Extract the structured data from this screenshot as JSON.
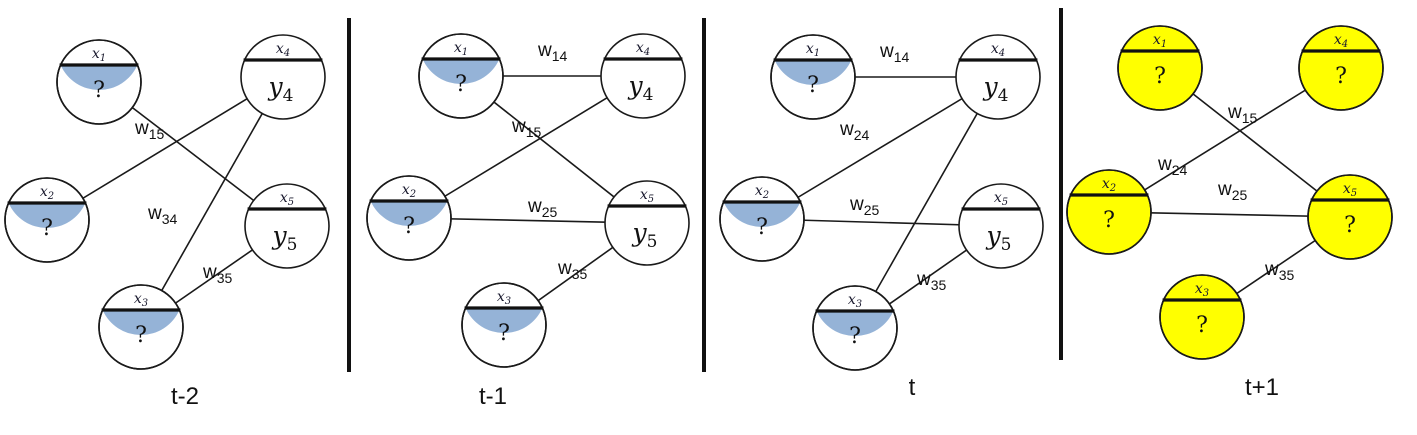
{
  "colors": {
    "unknown": "#95b3d7",
    "predicted": "#ffff00",
    "observed": "#ffffff",
    "edge": "#1a1a1a"
  },
  "frames": [
    {
      "label": "t-2",
      "nodes": [
        {
          "id": "1",
          "var_base": "x",
          "var_sub": "1",
          "value": "?",
          "fill": "unknown"
        },
        {
          "id": "4",
          "var_base": "x",
          "var_sub": "4",
          "value_base": "y",
          "value_sub": "4",
          "fill": "observed"
        },
        {
          "id": "2",
          "var_base": "x",
          "var_sub": "2",
          "value": "?",
          "fill": "unknown"
        },
        {
          "id": "5",
          "var_base": "x",
          "var_sub": "5",
          "value_base": "y",
          "value_sub": "5",
          "fill": "observed"
        },
        {
          "id": "3",
          "var_base": "x",
          "var_sub": "3",
          "value": "?",
          "fill": "unknown"
        }
      ],
      "edges": [
        {
          "from": "1",
          "to": "5",
          "label_base": "w",
          "label_sub": "15"
        },
        {
          "from": "2",
          "to": "4"
        },
        {
          "from": "3",
          "to": "4",
          "label_base": "w",
          "label_sub": "34"
        },
        {
          "from": "3",
          "to": "5",
          "label_base": "w",
          "label_sub": "35"
        }
      ]
    },
    {
      "label": "t-1",
      "nodes": [
        {
          "id": "1",
          "var_base": "x",
          "var_sub": "1",
          "value": "?",
          "fill": "unknown"
        },
        {
          "id": "4",
          "var_base": "x",
          "var_sub": "4",
          "value_base": "y",
          "value_sub": "4",
          "fill": "observed"
        },
        {
          "id": "2",
          "var_base": "x",
          "var_sub": "2",
          "value": "?",
          "fill": "unknown"
        },
        {
          "id": "5",
          "var_base": "x",
          "var_sub": "5",
          "value_base": "y",
          "value_sub": "5",
          "fill": "observed"
        },
        {
          "id": "3",
          "var_base": "x",
          "var_sub": "3",
          "value": "?",
          "fill": "unknown"
        }
      ],
      "edges": [
        {
          "from": "1",
          "to": "4",
          "label_base": "w",
          "label_sub": "14"
        },
        {
          "from": "1",
          "to": "5",
          "label_base": "w",
          "label_sub": "15"
        },
        {
          "from": "2",
          "to": "4"
        },
        {
          "from": "2",
          "to": "5",
          "label_base": "w",
          "label_sub": "25"
        },
        {
          "from": "3",
          "to": "5",
          "label_base": "w",
          "label_sub": "35"
        }
      ]
    },
    {
      "label": "t",
      "nodes": [
        {
          "id": "1",
          "var_base": "x",
          "var_sub": "1",
          "value": "?",
          "fill": "unknown"
        },
        {
          "id": "4",
          "var_base": "x",
          "var_sub": "4",
          "value_base": "y",
          "value_sub": "4",
          "fill": "observed"
        },
        {
          "id": "2",
          "var_base": "x",
          "var_sub": "2",
          "value": "?",
          "fill": "unknown"
        },
        {
          "id": "5",
          "var_base": "x",
          "var_sub": "5",
          "value_base": "y",
          "value_sub": "5",
          "fill": "observed"
        },
        {
          "id": "3",
          "var_base": "x",
          "var_sub": "3",
          "value": "?",
          "fill": "unknown"
        }
      ],
      "edges": [
        {
          "from": "1",
          "to": "4",
          "label_base": "w",
          "label_sub": "14"
        },
        {
          "from": "2",
          "to": "4",
          "label_base": "w",
          "label_sub": "24"
        },
        {
          "from": "2",
          "to": "5",
          "label_base": "w",
          "label_sub": "25"
        },
        {
          "from": "3",
          "to": "4"
        },
        {
          "from": "3",
          "to": "5",
          "label_base": "w",
          "label_sub": "35"
        }
      ]
    },
    {
      "label": "t+1",
      "nodes": [
        {
          "id": "1",
          "var_base": "x",
          "var_sub": "1",
          "value": "?",
          "fill": "predicted"
        },
        {
          "id": "4",
          "var_base": "x",
          "var_sub": "4",
          "value": "?",
          "fill": "predicted"
        },
        {
          "id": "2",
          "var_base": "x",
          "var_sub": "2",
          "value": "?",
          "fill": "predicted"
        },
        {
          "id": "5",
          "var_base": "x",
          "var_sub": "5",
          "value": "?",
          "fill": "predicted"
        },
        {
          "id": "3",
          "var_base": "x",
          "var_sub": "3",
          "value": "?",
          "fill": "predicted"
        }
      ],
      "edges": [
        {
          "from": "1",
          "to": "5",
          "label_base": "w",
          "label_sub": "15"
        },
        {
          "from": "2",
          "to": "4",
          "label_base": "w",
          "label_sub": "24"
        },
        {
          "from": "2",
          "to": "5",
          "label_base": "w",
          "label_sub": "25"
        },
        {
          "from": "3",
          "to": "5",
          "label_base": "w",
          "label_sub": "35"
        }
      ]
    }
  ]
}
